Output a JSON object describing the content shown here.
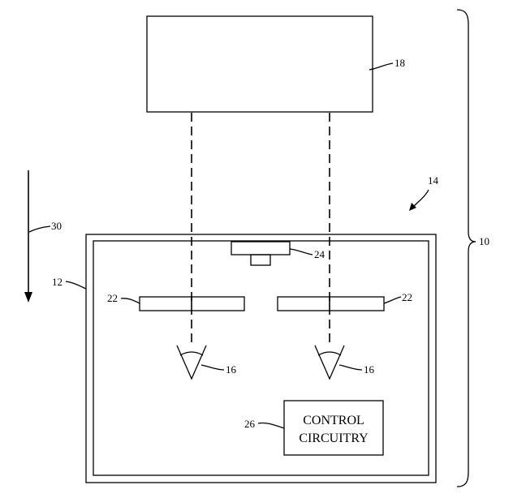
{
  "colors": {
    "line": "#000000",
    "background": "#ffffff"
  },
  "labels": {
    "system": "10",
    "device": "12",
    "arrow_14": "14",
    "eye_left": "16",
    "eye_right": "16",
    "external_unit": "18",
    "lens_left": "22",
    "lens_right": "22",
    "sensor": "24",
    "control": "26",
    "motion_arrow": "30"
  },
  "control_box": {
    "line1": "CONTROL",
    "line2": "CIRCUITRY"
  }
}
